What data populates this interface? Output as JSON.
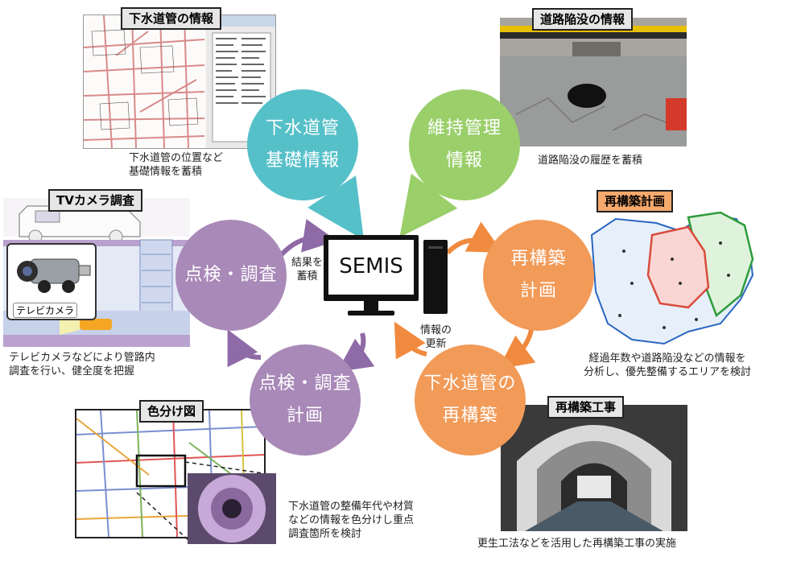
{
  "tags": {
    "sewer_info": "下水道管の情報",
    "road_info": "道路陥没の情報",
    "tv_survey": "TVカメラ調査",
    "rebuild_plan": "再構築計画",
    "color_map": "色分け図",
    "rebuild_work": "再構築工事"
  },
  "circles": {
    "basic": "下水道管\n基礎情報",
    "maint": "維持管理\n情報",
    "inspect": "点検・調査",
    "inspect_plan": "点検・調査\n計画",
    "rebuild_plan": "再構築\n計画",
    "rebuild": "下水道管の\n再構築"
  },
  "center": {
    "semis": "SEMIS",
    "store": "結果を\n蓄積",
    "update": "情報の\n更新"
  },
  "captions": {
    "sewer": "下水道管の位置など\n基礎情報を蓄積",
    "road": "道路陥没の履歴を蓄積",
    "tv": "テレビカメラなどにより管路内\n調査を行い、健全度を把握",
    "plan": "経過年数や道路陥没などの情報を\n分析し、優先整備するエリアを検討",
    "colormap": "下水道管の整備年代や材質\nなどの情報を色分けし重点\n調査箇所を検討",
    "work": "更生工法などを活用した再構築工事の実施"
  },
  "photo_labels": {
    "tv_camera": "テレビカメラ"
  },
  "colors": {
    "teal": "#56c0c9",
    "green": "#9acf6a",
    "purple": "#a989b8",
    "orange": "#f29a58"
  }
}
